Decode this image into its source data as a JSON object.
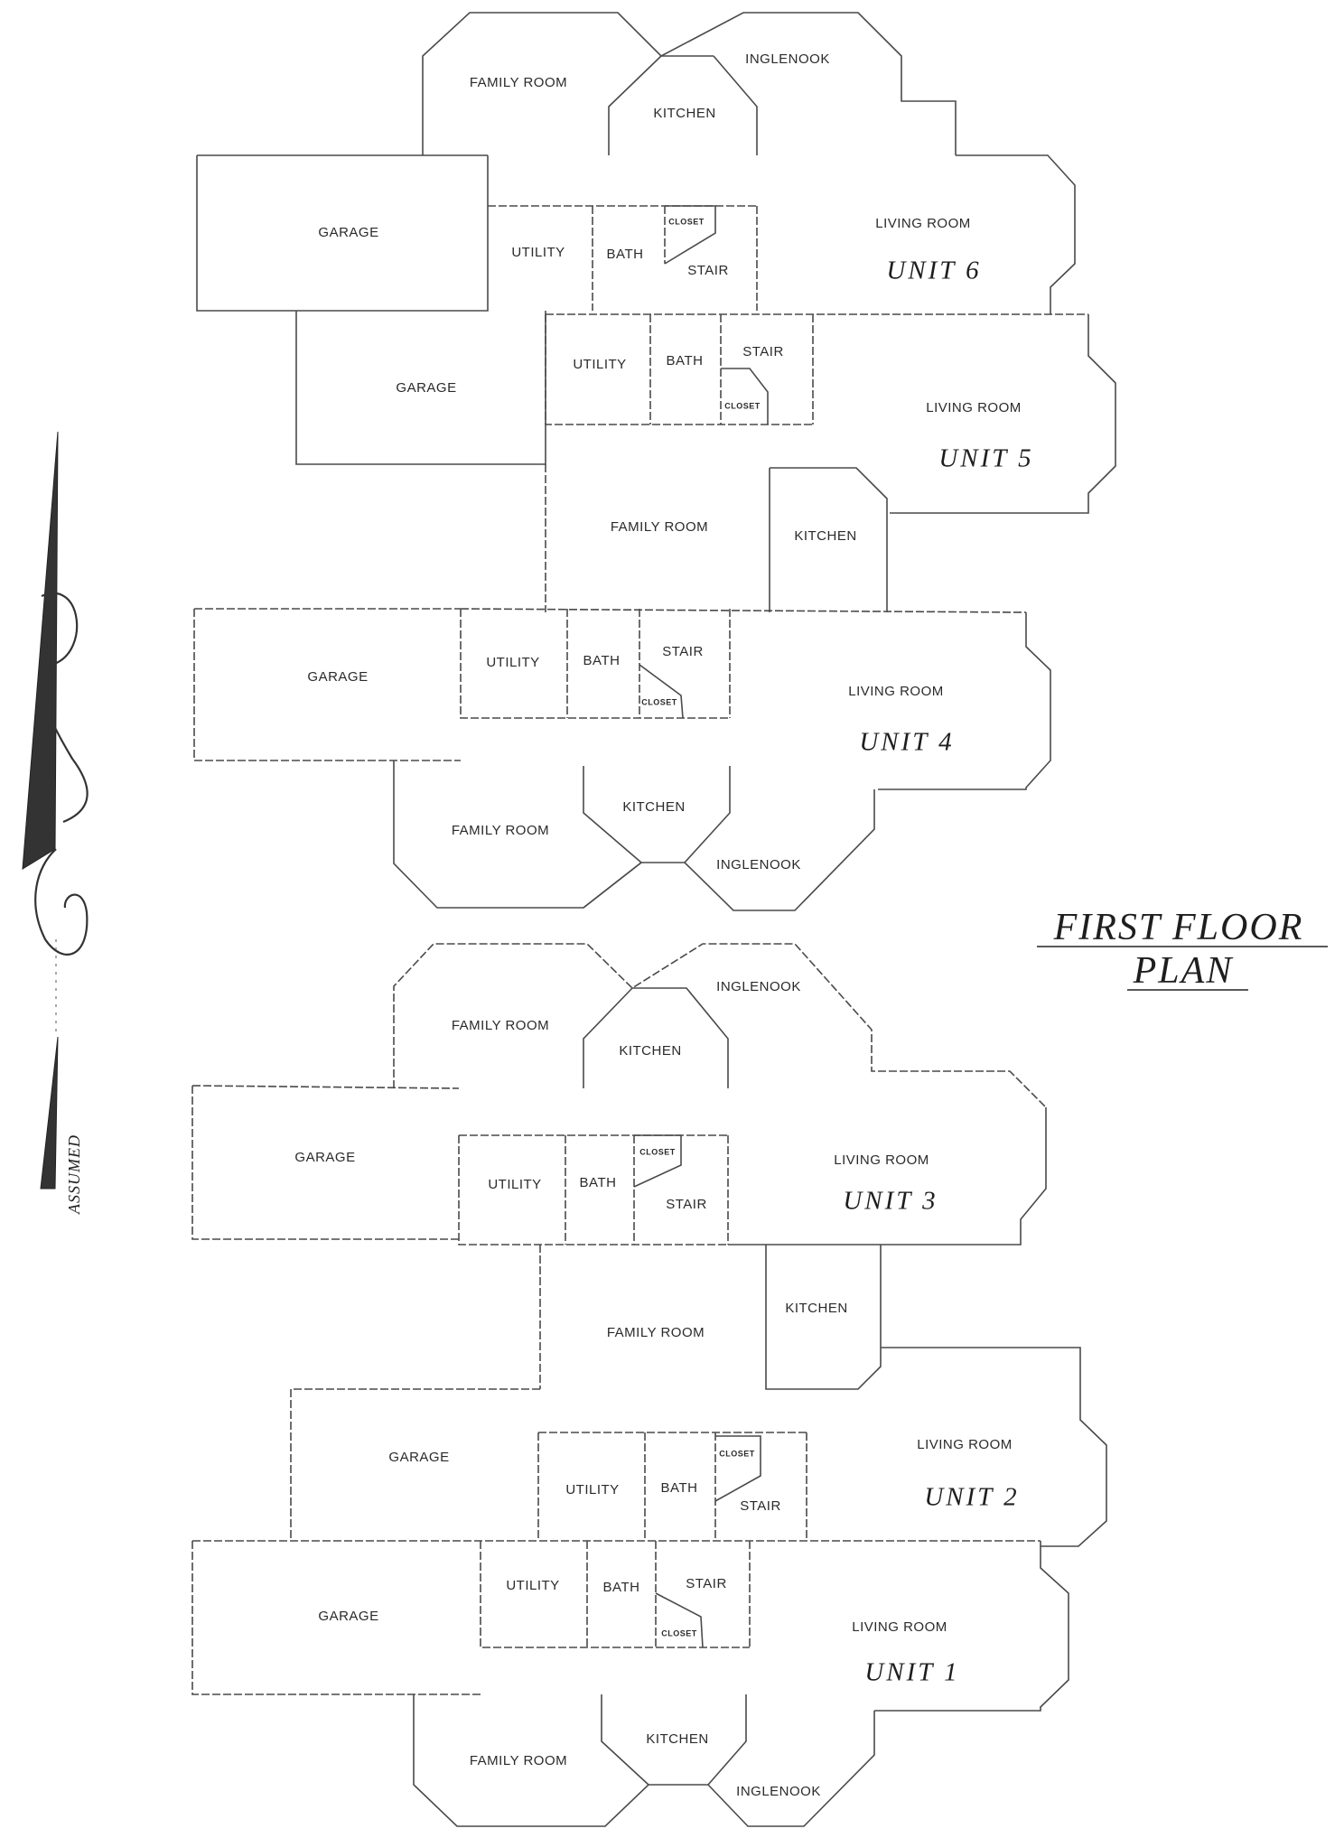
{
  "plan_title": {
    "line1": "FIRST FLOOR",
    "line2": "PLAN"
  },
  "north_arrow": {
    "label": "ASSUMED"
  },
  "units": [
    {
      "name": "UNIT 6",
      "rooms": {
        "family": "FAMILY ROOM",
        "kitchen": "KITCHEN",
        "inglenook": "INGLENOOK",
        "garage": "GARAGE",
        "utility": "UTILITY",
        "bath": "BATH",
        "closet": "CLOSET",
        "stair": "STAIR",
        "living": "LIVING ROOM"
      }
    },
    {
      "name": "UNIT 5",
      "rooms": {
        "garage": "GARAGE",
        "utility": "UTILITY",
        "bath": "BATH",
        "stair": "STAIR",
        "closet": "CLOSET",
        "living": "LIVING ROOM",
        "family": "FAMILY ROOM",
        "kitchen": "KITCHEN"
      }
    },
    {
      "name": "UNIT 4",
      "rooms": {
        "garage": "GARAGE",
        "utility": "UTILITY",
        "bath": "BATH",
        "stair": "STAIR",
        "closet": "CLOSET",
        "living": "LIVING ROOM",
        "family": "FAMILY ROOM",
        "kitchen": "KITCHEN",
        "inglenook": "INGLENOOK"
      }
    },
    {
      "name": "UNIT 3",
      "rooms": {
        "family": "FAMILY ROOM",
        "kitchen": "KITCHEN",
        "inglenook": "INGLENOOK",
        "garage": "GARAGE",
        "utility": "UTILITY",
        "bath": "BATH",
        "closet": "CLOSET",
        "stair": "STAIR",
        "living": "LIVING ROOM"
      }
    },
    {
      "name": "UNIT 2",
      "rooms": {
        "family": "FAMILY ROOM",
        "kitchen": "KITCHEN",
        "garage": "GARAGE",
        "utility": "UTILITY",
        "bath": "BATH",
        "closet": "CLOSET",
        "stair": "STAIR",
        "living": "LIVING ROOM"
      }
    },
    {
      "name": "UNIT 1",
      "rooms": {
        "garage": "GARAGE",
        "utility": "UTILITY",
        "bath": "BATH",
        "stair": "STAIR",
        "closet": "CLOSET",
        "living": "LIVING ROOM",
        "kitchen": "KITCHEN",
        "family": "FAMILY ROOM",
        "inglenook": "INGLENOOK"
      }
    }
  ]
}
